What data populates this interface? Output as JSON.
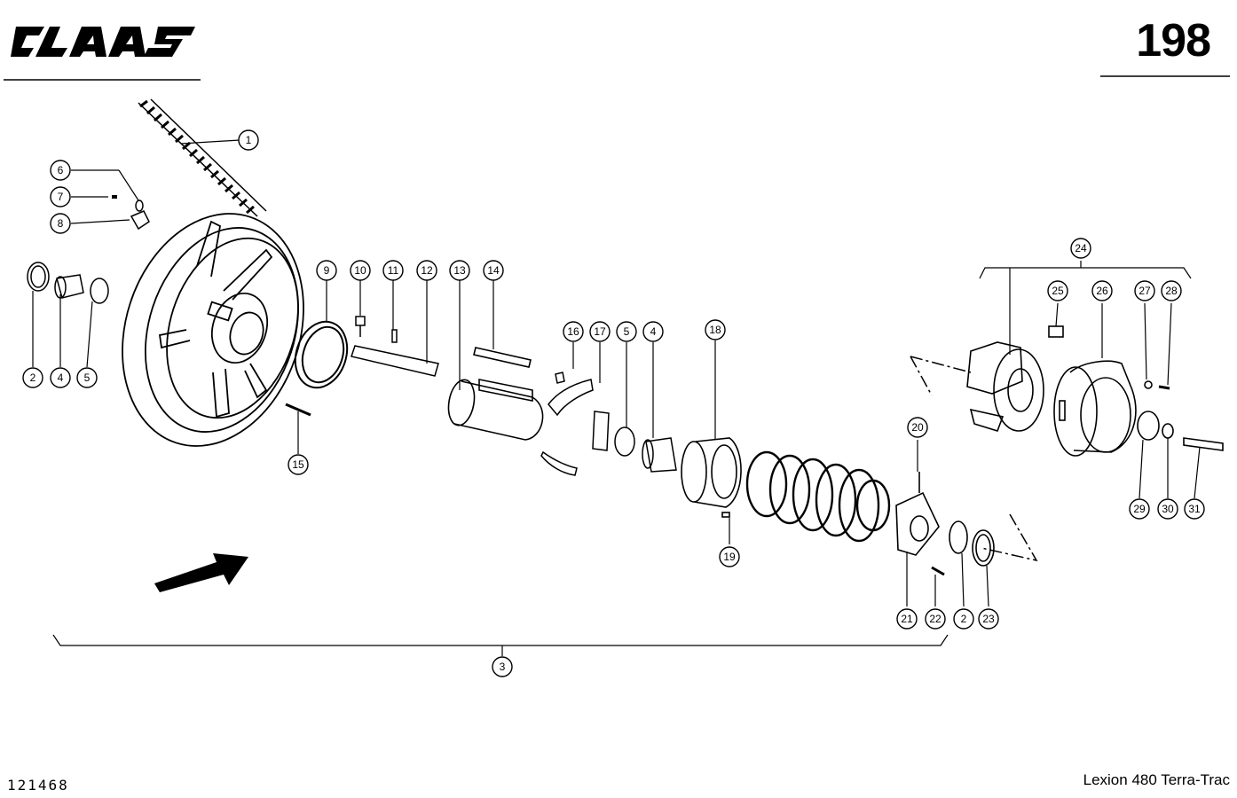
{
  "header": {
    "logo": "CLAAS",
    "page_number": "198"
  },
  "footer": {
    "drawing_id": "121468",
    "model": "Lexion 480 Terra-Trac"
  },
  "callouts": [
    {
      "id": "callout-1",
      "label": "1"
    },
    {
      "id": "callout-6",
      "label": "6"
    },
    {
      "id": "callout-7",
      "label": "7"
    },
    {
      "id": "callout-8",
      "label": "8"
    },
    {
      "id": "callout-2a",
      "label": "2"
    },
    {
      "id": "callout-4a",
      "label": "4"
    },
    {
      "id": "callout-5a",
      "label": "5"
    },
    {
      "id": "callout-9",
      "label": "9"
    },
    {
      "id": "callout-10",
      "label": "10"
    },
    {
      "id": "callout-11",
      "label": "11"
    },
    {
      "id": "callout-12",
      "label": "12"
    },
    {
      "id": "callout-13",
      "label": "13"
    },
    {
      "id": "callout-14",
      "label": "14"
    },
    {
      "id": "callout-15",
      "label": "15"
    },
    {
      "id": "callout-16",
      "label": "16"
    },
    {
      "id": "callout-17",
      "label": "17"
    },
    {
      "id": "callout-5b",
      "label": "5"
    },
    {
      "id": "callout-4b",
      "label": "4"
    },
    {
      "id": "callout-18",
      "label": "18"
    },
    {
      "id": "callout-19",
      "label": "19"
    },
    {
      "id": "callout-20",
      "label": "20"
    },
    {
      "id": "callout-21",
      "label": "21"
    },
    {
      "id": "callout-22",
      "label": "22"
    },
    {
      "id": "callout-2b",
      "label": "2"
    },
    {
      "id": "callout-23",
      "label": "23"
    },
    {
      "id": "callout-24",
      "label": "24"
    },
    {
      "id": "callout-25",
      "label": "25"
    },
    {
      "id": "callout-26",
      "label": "26"
    },
    {
      "id": "callout-27",
      "label": "27"
    },
    {
      "id": "callout-28",
      "label": "28"
    },
    {
      "id": "callout-29",
      "label": "29"
    },
    {
      "id": "callout-30",
      "label": "30"
    },
    {
      "id": "callout-31",
      "label": "31"
    },
    {
      "id": "callout-3",
      "label": "3"
    }
  ]
}
